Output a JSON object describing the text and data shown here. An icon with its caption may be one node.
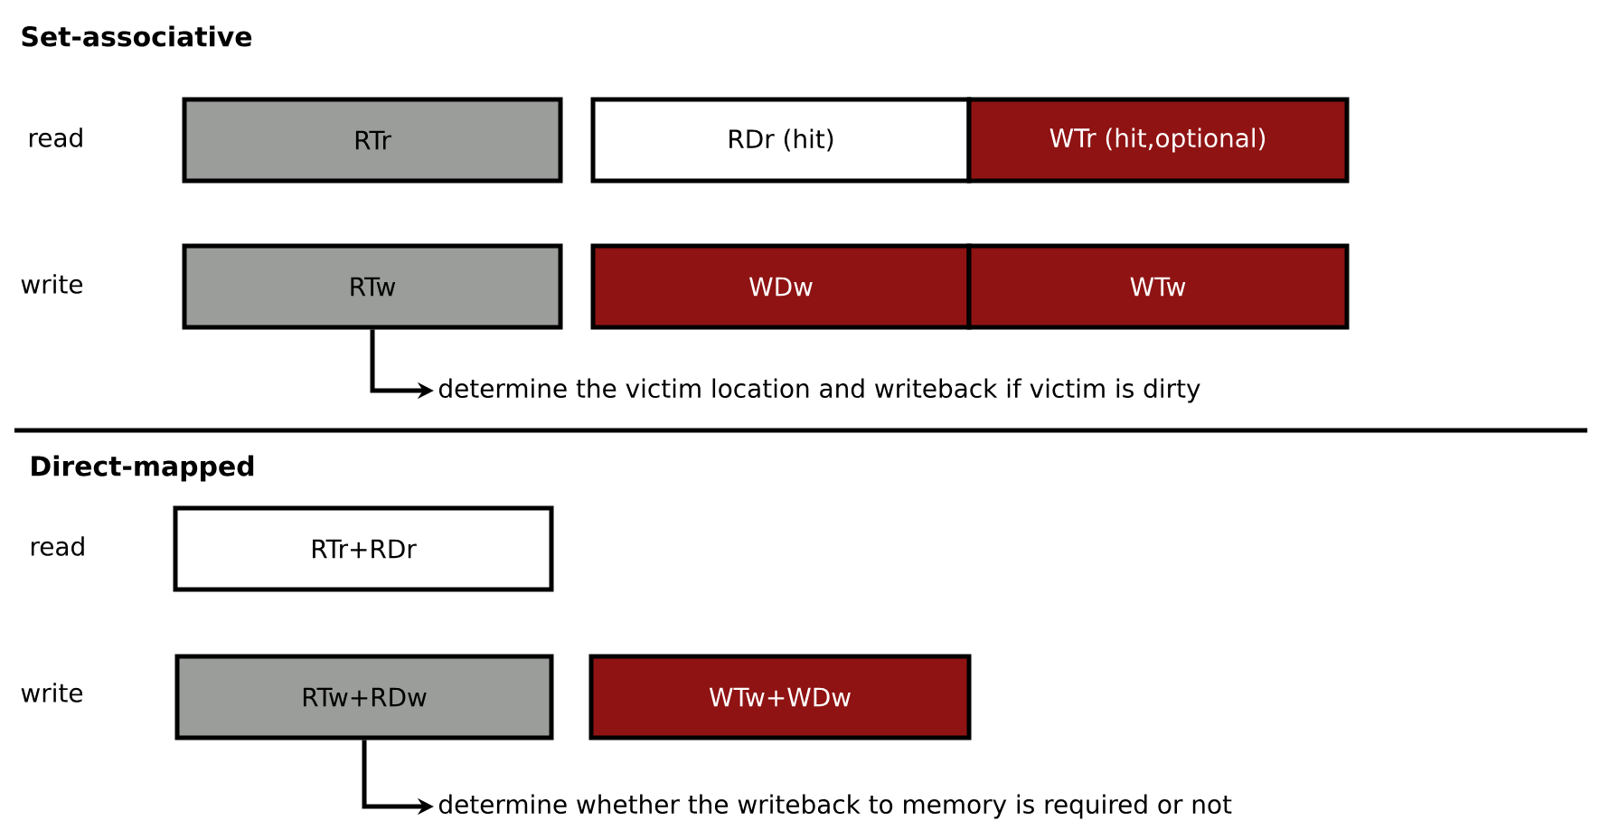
{
  "diagram": {
    "nodes": [
      {
        "text": [
          "RTr"
        ]
      },
      {
        "text": [
          "RDr (hit)"
        ]
      },
      {
        "text": [
          "WTr (hit,optional)"
        ]
      },
      {
        "text": [
          "RTw"
        ]
      },
      {
        "text": [
          "WDw"
        ]
      },
      {
        "text": [
          "WTw"
        ]
      },
      {
        "text": [
          "determine the victim location and writeback if victim is dirty"
        ]
      },
      {
        "text": [
          "RTr+RDr"
        ]
      },
      {
        "text": [
          "RTw+RDw"
        ]
      },
      {
        "text": [
          "WTw+WDw"
        ]
      },
      {
        "text": [
          "determine whether the writeback to memory is required or not"
        ]
      }
    ],
    "edges": [
      {
        "from": 3,
        "to": 6,
        "arrow": "to"
      },
      {
        "from": 8,
        "to": 10,
        "arrow": "to"
      }
    ],
    "labels": [
      "Set-associative",
      "read",
      "write",
      "Direct-mapped",
      "read",
      "write"
    ]
  }
}
